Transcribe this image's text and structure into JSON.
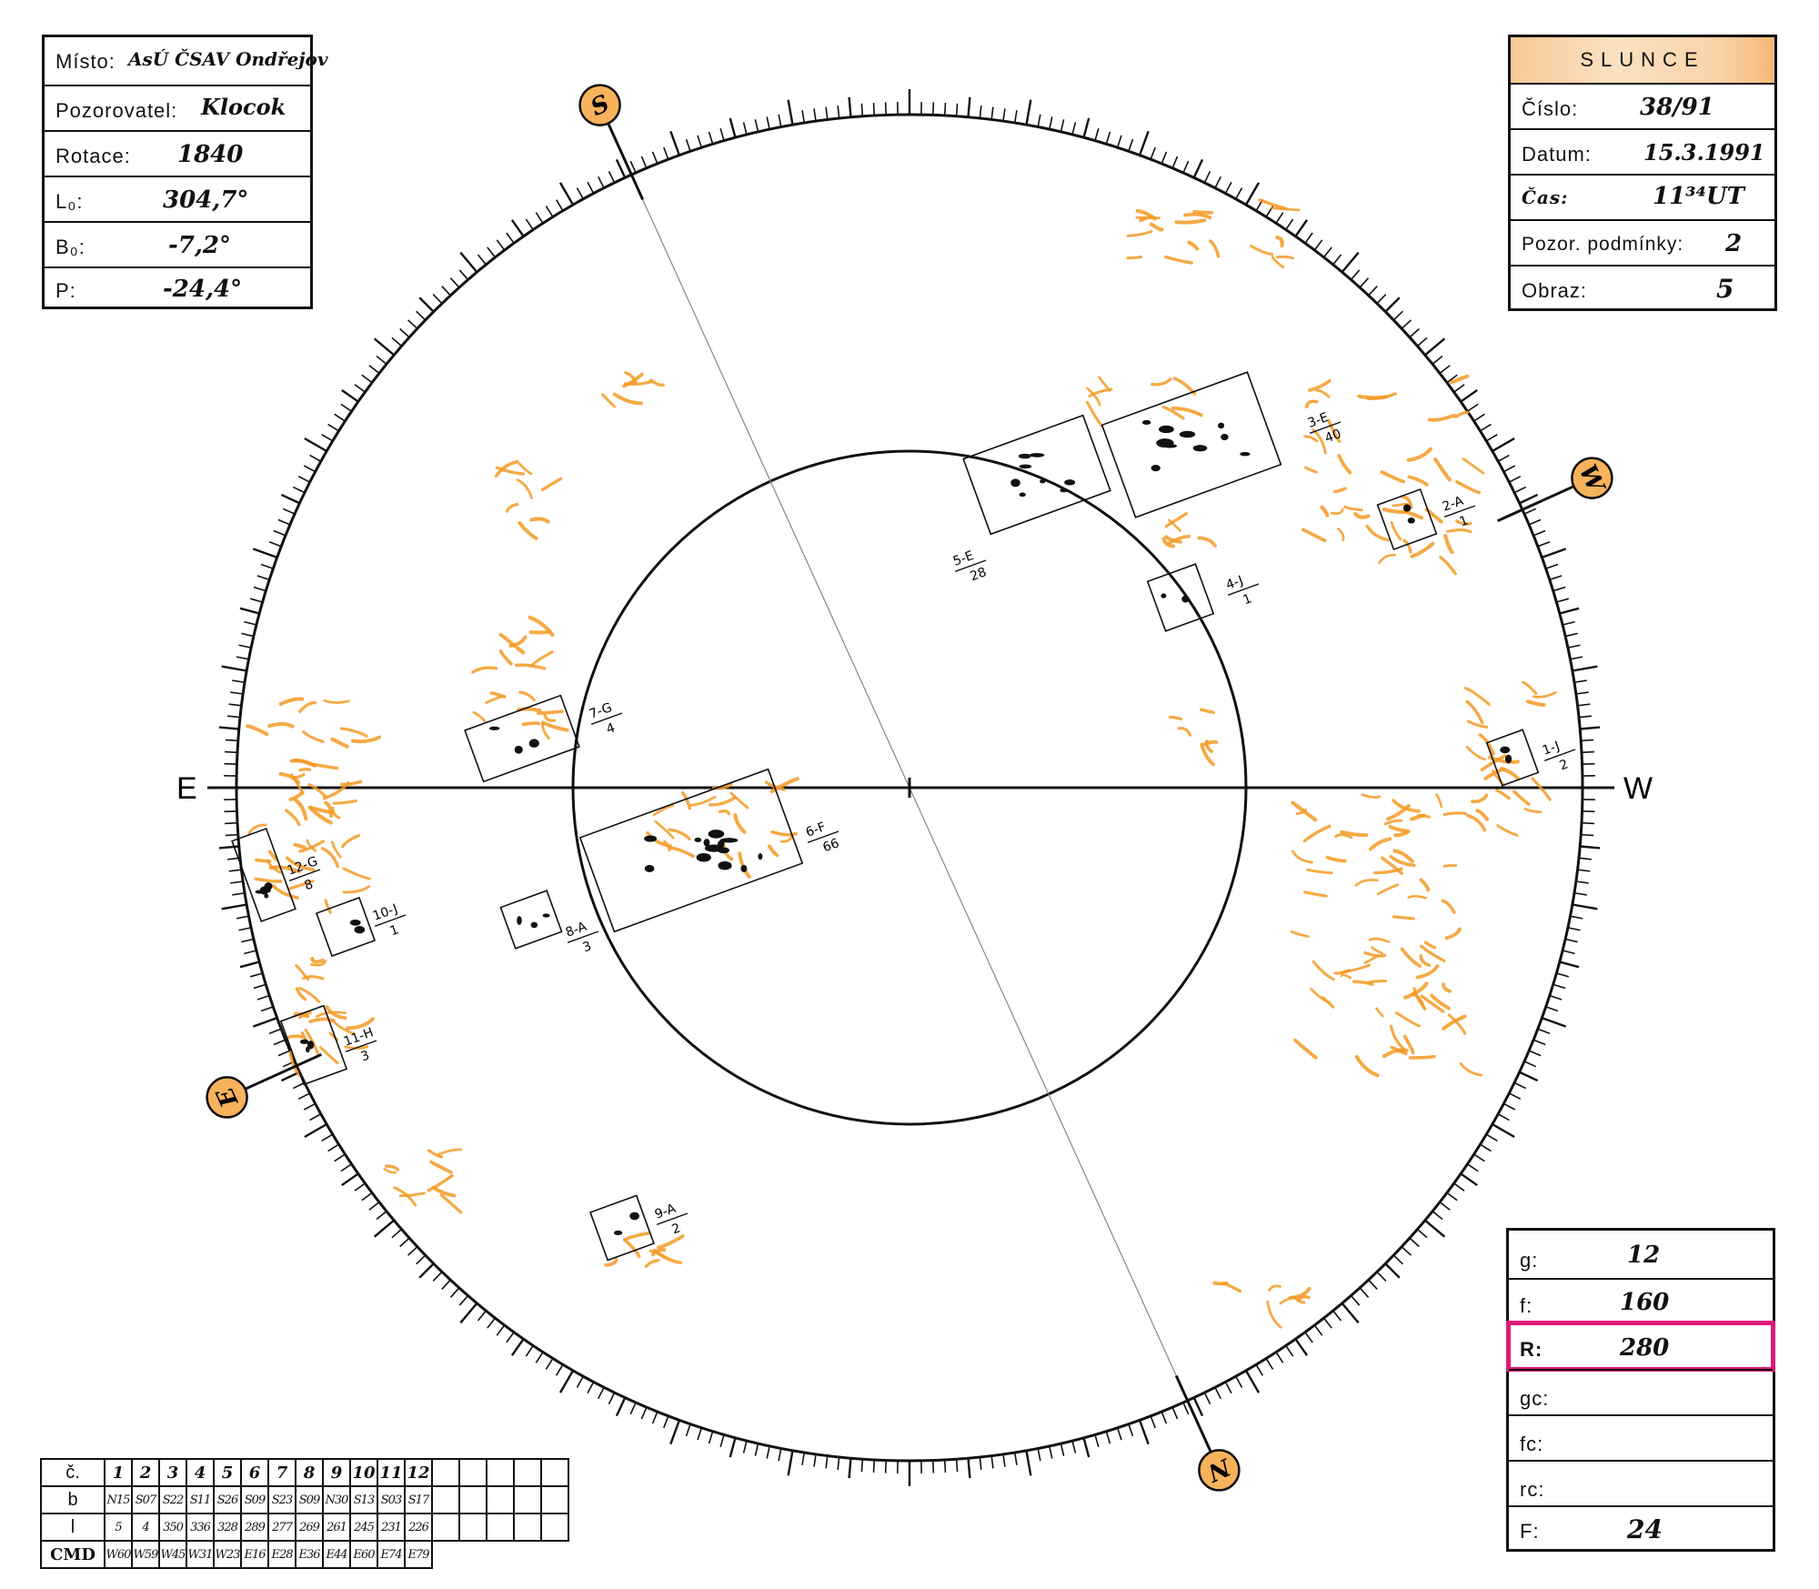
{
  "info_left": {
    "rows": [
      {
        "label": "Místo:",
        "value": "AsÚ ČSAV Ondřejov"
      },
      {
        "label": "Pozorovatel:",
        "value": "Klocok"
      },
      {
        "label": "Rotace:",
        "value": "1840"
      },
      {
        "label": "L₀:",
        "value": "304,7°"
      },
      {
        "label": "B₀:",
        "value": "-7,2°"
      },
      {
        "label": "P:",
        "value": "-24,4°"
      }
    ]
  },
  "info_right": {
    "title": "SLUNCE",
    "rows": [
      {
        "label": "Číslo:",
        "value": "38/91"
      },
      {
        "label": "Datum:",
        "value": "15.3.1991"
      },
      {
        "label": "Čas:",
        "value": "11³⁴UT"
      },
      {
        "label": "Pozor. podmínky:",
        "value": "2"
      },
      {
        "label": "Obraz:",
        "value": "5"
      }
    ]
  },
  "stats": {
    "rows": [
      {
        "label": "g:",
        "value": "12"
      },
      {
        "label": "f:",
        "value": "160"
      },
      {
        "label": "R:",
        "value": "280"
      },
      {
        "label": "gc:",
        "value": ""
      },
      {
        "label": "fc:",
        "value": ""
      },
      {
        "label": "rc:",
        "value": ""
      },
      {
        "label": "F:",
        "value": "24"
      }
    ],
    "highlight_color": "#e0197a"
  },
  "directions": {
    "east": "E",
    "west": "W",
    "markers": [
      {
        "letter": "S",
        "angle": -24.4
      },
      {
        "letter": "W",
        "angle": 65.6
      },
      {
        "letter": "N",
        "angle": 155.6
      },
      {
        "letter": "E",
        "angle": 245.6
      }
    ],
    "marker_fill": "#f7b25c"
  },
  "groups": [
    {
      "label": "1-J",
      "count": "2"
    },
    {
      "label": "2-A",
      "count": "1"
    },
    {
      "label": "3-E",
      "count": "40"
    },
    {
      "label": "4-J",
      "count": "1"
    },
    {
      "label": "5-E",
      "count": "28"
    },
    {
      "label": "6-F",
      "count": "66"
    },
    {
      "label": "7-G",
      "count": "4"
    },
    {
      "label": "8-A",
      "count": "3"
    },
    {
      "label": "9-A",
      "count": "2"
    },
    {
      "label": "10-J",
      "count": "1"
    },
    {
      "label": "11-H",
      "count": "3"
    },
    {
      "label": "12-G",
      "count": "8"
    }
  ],
  "table": {
    "labels": {
      "c": "č.",
      "b": "b",
      "l": "l",
      "cmd": "CMD"
    },
    "c": [
      "1",
      "2",
      "3",
      "4",
      "5",
      "6",
      "7",
      "8",
      "9",
      "10",
      "11",
      "12"
    ],
    "b": [
      "N15",
      "S07",
      "S22",
      "S11",
      "S26",
      "S09",
      "S23",
      "S09",
      "N30",
      "S13",
      "S03",
      "S17"
    ],
    "l": [
      "5",
      "4",
      "350",
      "336",
      "328",
      "289",
      "277",
      "269",
      "261",
      "245",
      "231",
      "226"
    ],
    "cmd": [
      "W60",
      "W59",
      "W45",
      "W31",
      "W23",
      "E16",
      "E28",
      "E36",
      "E44",
      "E60",
      "E74",
      "E79"
    ]
  },
  "colors": {
    "faculae": "#f39a25",
    "ink": "#111111"
  }
}
